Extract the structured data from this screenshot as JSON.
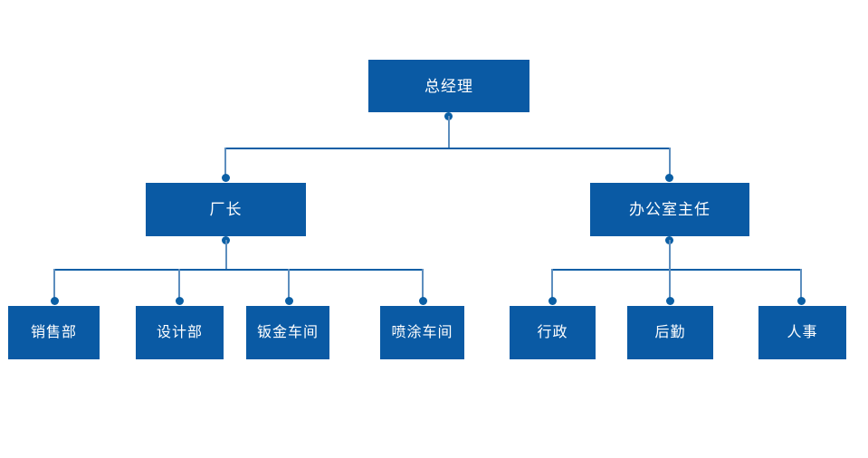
{
  "diagram": {
    "title": "组织结构图",
    "type": "organization-chart",
    "background_color": "#FFFFFF",
    "box_color": "#0A5AA4",
    "text_color": "#FFFFFF",
    "connector_line_color": "#5D8EBE",
    "connector_bus_color": "#0E5FA6",
    "connector_dot_color": "#0B5FA5"
  },
  "nodes": {
    "root": {
      "label": "总经理"
    },
    "level2": [
      {
        "label": "厂长"
      },
      {
        "label": "办公室主任"
      }
    ],
    "level3_left": [
      {
        "label": "销售部"
      },
      {
        "label": "设计部"
      },
      {
        "label": "钣金车间"
      },
      {
        "label": "喷涂车间"
      }
    ],
    "level3_right": [
      {
        "label": "行政"
      },
      {
        "label": "后勤"
      },
      {
        "label": "人事"
      }
    ]
  }
}
